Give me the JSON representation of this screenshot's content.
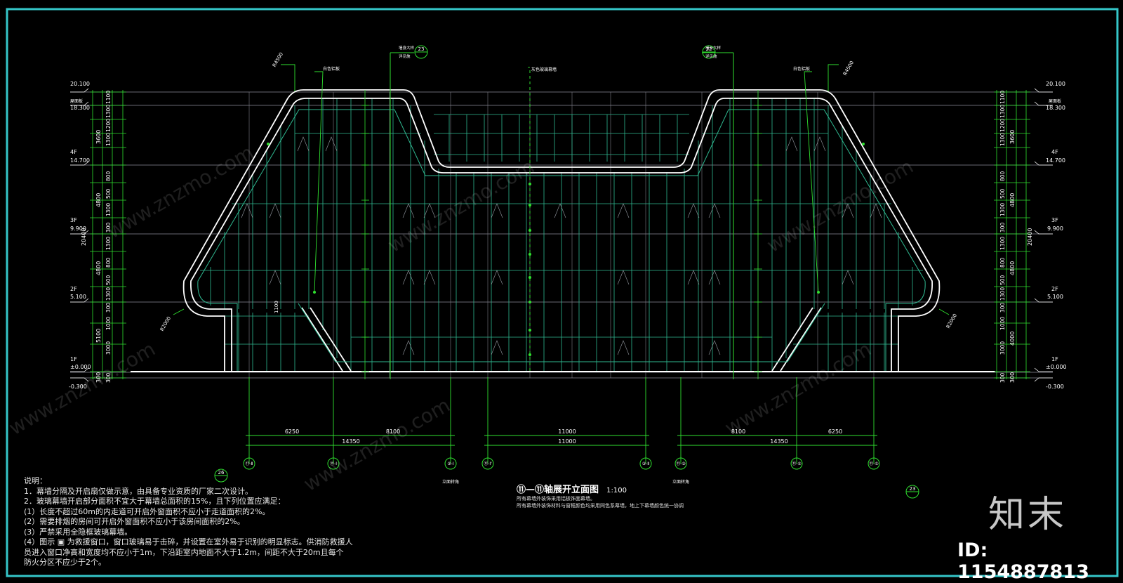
{
  "title": {
    "main": "⑪—⑪轴展开立面图",
    "scale": "1:100",
    "sub_lines": [
      "所有幕墙外装饰采用铝板饰面幕墙。",
      "所有幕墙外装饰材料与窗框颜色均采用同色系幕墙，地上下幕墙颜色统一协调"
    ]
  },
  "notes": {
    "heading": "说明：",
    "lines": [
      "1．幕墙分隔及开启扇仅做示意，由具备专业资质的厂家二次设计。",
      "2．玻璃幕墙开启部分面积不宜大于幕墙总面积的15%，且下列位置应满足：",
      "(1）长度不超过60m的内走道可开启外窗面积不应小于走道面积的2%。",
      "(2）需要排烟的房间可开启外窗面积不应小于该房间面积的2%。",
      "(3）严禁采用全隐框玻璃幕墙。",
      "(4）图示 ▣ 为救援窗口，窗口玻璃易于击碎，并设置在室外易于识别的明显标志。供消防救援人",
      "员进入窗口净高和宽度均不应小于1m，下沿距室内地面不大于1.2m，间距不大于20m且每个",
      "防火分区不应少于2个。"
    ]
  },
  "elevations": {
    "left": [
      {
        "level": "20.100",
        "tag": ""
      },
      {
        "level": "18.300",
        "tag": "屋面板"
      },
      {
        "level": "14.700",
        "tag": "4F"
      },
      {
        "level": "9.900",
        "tag": "3F"
      },
      {
        "level": "5.100",
        "tag": "2F"
      },
      {
        "level": "±0.000",
        "tag": "1F"
      },
      {
        "level": "-0.300",
        "tag": ""
      }
    ],
    "right": [
      {
        "level": "20.100",
        "tag": ""
      },
      {
        "level": "18.300",
        "tag": "屋面板"
      },
      {
        "level": "14.700",
        "tag": "4F"
      },
      {
        "level": "9.900",
        "tag": "3F"
      },
      {
        "level": "5.100",
        "tag": "2F"
      },
      {
        "level": "±0.000",
        "tag": "1F"
      },
      {
        "level": "-0.300",
        "tag": ""
      }
    ]
  },
  "vertical_dims": {
    "outer": [
      "3600",
      "4800",
      "4800",
      "5100",
      "300"
    ],
    "right_outer": [
      "3600",
      "4800",
      "4800",
      "4000",
      "300"
    ],
    "mid_20400": "20400",
    "inner": [
      "1100",
      "1300",
      "1200",
      "1300",
      "800",
      "500",
      "1300",
      "300",
      "1300",
      "800",
      "500",
      "1300",
      "300",
      "1000",
      "3000",
      "300"
    ]
  },
  "horizontal_dims": {
    "row1": [
      "6250",
      "8100",
      "11000",
      "8100",
      "6250"
    ],
    "row2": [
      "14350",
      "11000",
      "14350"
    ]
  },
  "axis_labels": [
    "⑪-Ⅱ",
    "⑪-Ⅰ",
    "③-Ⅰ",
    "⑪-Ⅰ'",
    "③-Ⅱ",
    "⑪-③",
    "⑪-②",
    "⑪-①"
  ],
  "under_axis_notes": [
    "立面转角",
    "立面转角"
  ],
  "annotations": {
    "top_left_rad": "R4500",
    "top_right_rad": "R4500",
    "bottom_left_rad": "R2000",
    "bottom_right_rad": "R2000",
    "white_panel_left": "白色铝板",
    "white_panel_right": "白色铝板",
    "center_glass": "灰色玻璃幕墙",
    "rescue_left": "墙身大样",
    "rescue_right": "墙身大样",
    "rescue_sub": "详见施",
    "dim_1100": "1100",
    "callout_num_a": "23",
    "callout_num_b": "22",
    "callout_num_c": "26"
  },
  "watermark": {
    "text": "www.znzmo.com",
    "logo_text": "知末",
    "id_text": "ID: 1154887813"
  },
  "colors": {
    "frame": "#35c6c9",
    "outline": "#ffffff",
    "glass": "#2fb890",
    "grid": "#9a9aa4",
    "dim": "#2fe02f",
    "callout": "#1fd06a"
  }
}
